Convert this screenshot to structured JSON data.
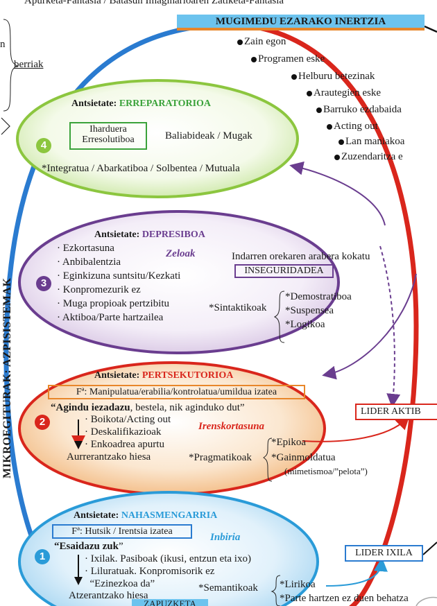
{
  "top_caption": "Apurketa-Fantasia / Batasun Imaginarioaren Zatiketa-Fantasia",
  "title_banner": "MUGIMEDU EZARAKO INERTZIA",
  "left_fragment": "n",
  "left_new": "berriak",
  "vertical_title": "MIKROEGITURAK: AZPISISTEMAK",
  "bullets": [
    "Zain egon",
    "Programen eske",
    "Helburu betezinak",
    "Arautegien eske",
    "Barruko ezdabaida",
    "Acting out",
    "Lan maniakoa",
    "Zuzendaritza e"
  ],
  "anx4": {
    "number": "4",
    "heading_prefix": "Antsietate:",
    "heading_name": "ERREPARATORIOA",
    "box_line1": "Iharduera",
    "box_line2": "Erresolutiboa",
    "resources": "Baliabideak / Mugak",
    "footer": "*Integratua / Abarkatiboa / Solbentea / Mutuala"
  },
  "anx3": {
    "number": "3",
    "heading_prefix": "Antsietate:",
    "heading_name": "DEPRESIBOA",
    "zeloak": "Zeloak",
    "items": [
      "· Ezkortasuna",
      "· Anbibalentzia",
      "· Eginkizuna suntsitu/Kezkati",
      "· Konpromezurik ez",
      "· Muga propioak pertzibitu",
      "· Aktiboa/Parte hartzailea"
    ],
    "force_note": "Indarren orekaren arabera kokatu",
    "insecurity": "INSEGURIDADEA",
    "syntactic": "*Sintaktikoak",
    "syntactic_items": [
      "*Demostratiboa",
      "*Suspensea",
      "*Logikoa"
    ]
  },
  "anx2": {
    "number": "2",
    "heading_prefix": "Antsietate:",
    "heading_name": "PERTSEKUTORIOA",
    "fa_box": "Fª: Manipulatua/erabilia/kontrolatua/umildua izatea",
    "quote_bold": "“Agindu iezadazu",
    "quote_rest": ", bestela, nik aginduko dut”",
    "items": [
      "· Boikota/Acting out",
      "· Deskalifikazioak",
      "· Enkoadrea apurtu"
    ],
    "irenskortasuna": "Irenskortasuna",
    "forward": "Aurrerantzako hiesa",
    "pragmatic": "*Pragmatikoak",
    "pragmatic_items": [
      "*Epikoa",
      "*Gainmoldatua"
    ],
    "pragmatic_note": "(mimetismoa/”pelota”)",
    "leader_box": "LIDER AKTIB"
  },
  "anx1": {
    "number": "1",
    "heading_prefix": "Antsietate:",
    "heading_name": "NAHASMENGARRIA",
    "fa_box": "Fª: Hutsik / Irentsia izatea",
    "inbiria": "Inbiria",
    "quote_bold": "“Esaidazu zuk",
    "quote_rest": "”",
    "items": [
      "· Ixilak. Pasiboak (ikusi, entzun eta ixo)",
      "· Liluratuak. Konpromisorik ez",
      "  “Ezinezkoa da”"
    ],
    "backward": "Atzerantzako hiesa",
    "semantic": "*Semantikoak",
    "semantic_items": [
      "*Lirikoa",
      "*Parte hartzen ez duen behatza"
    ],
    "leader_box": "LIDER IXILA",
    "bottom_tab": "ZAPUZKETA"
  },
  "colors": {
    "green": "#3aa23a",
    "purple": "#6a3d8f",
    "red": "#d9261c",
    "blue": "#2a9bd8",
    "orange": "#e8862a",
    "banner_bg": "#6cc3ee",
    "banner_border": "#e8862a"
  }
}
